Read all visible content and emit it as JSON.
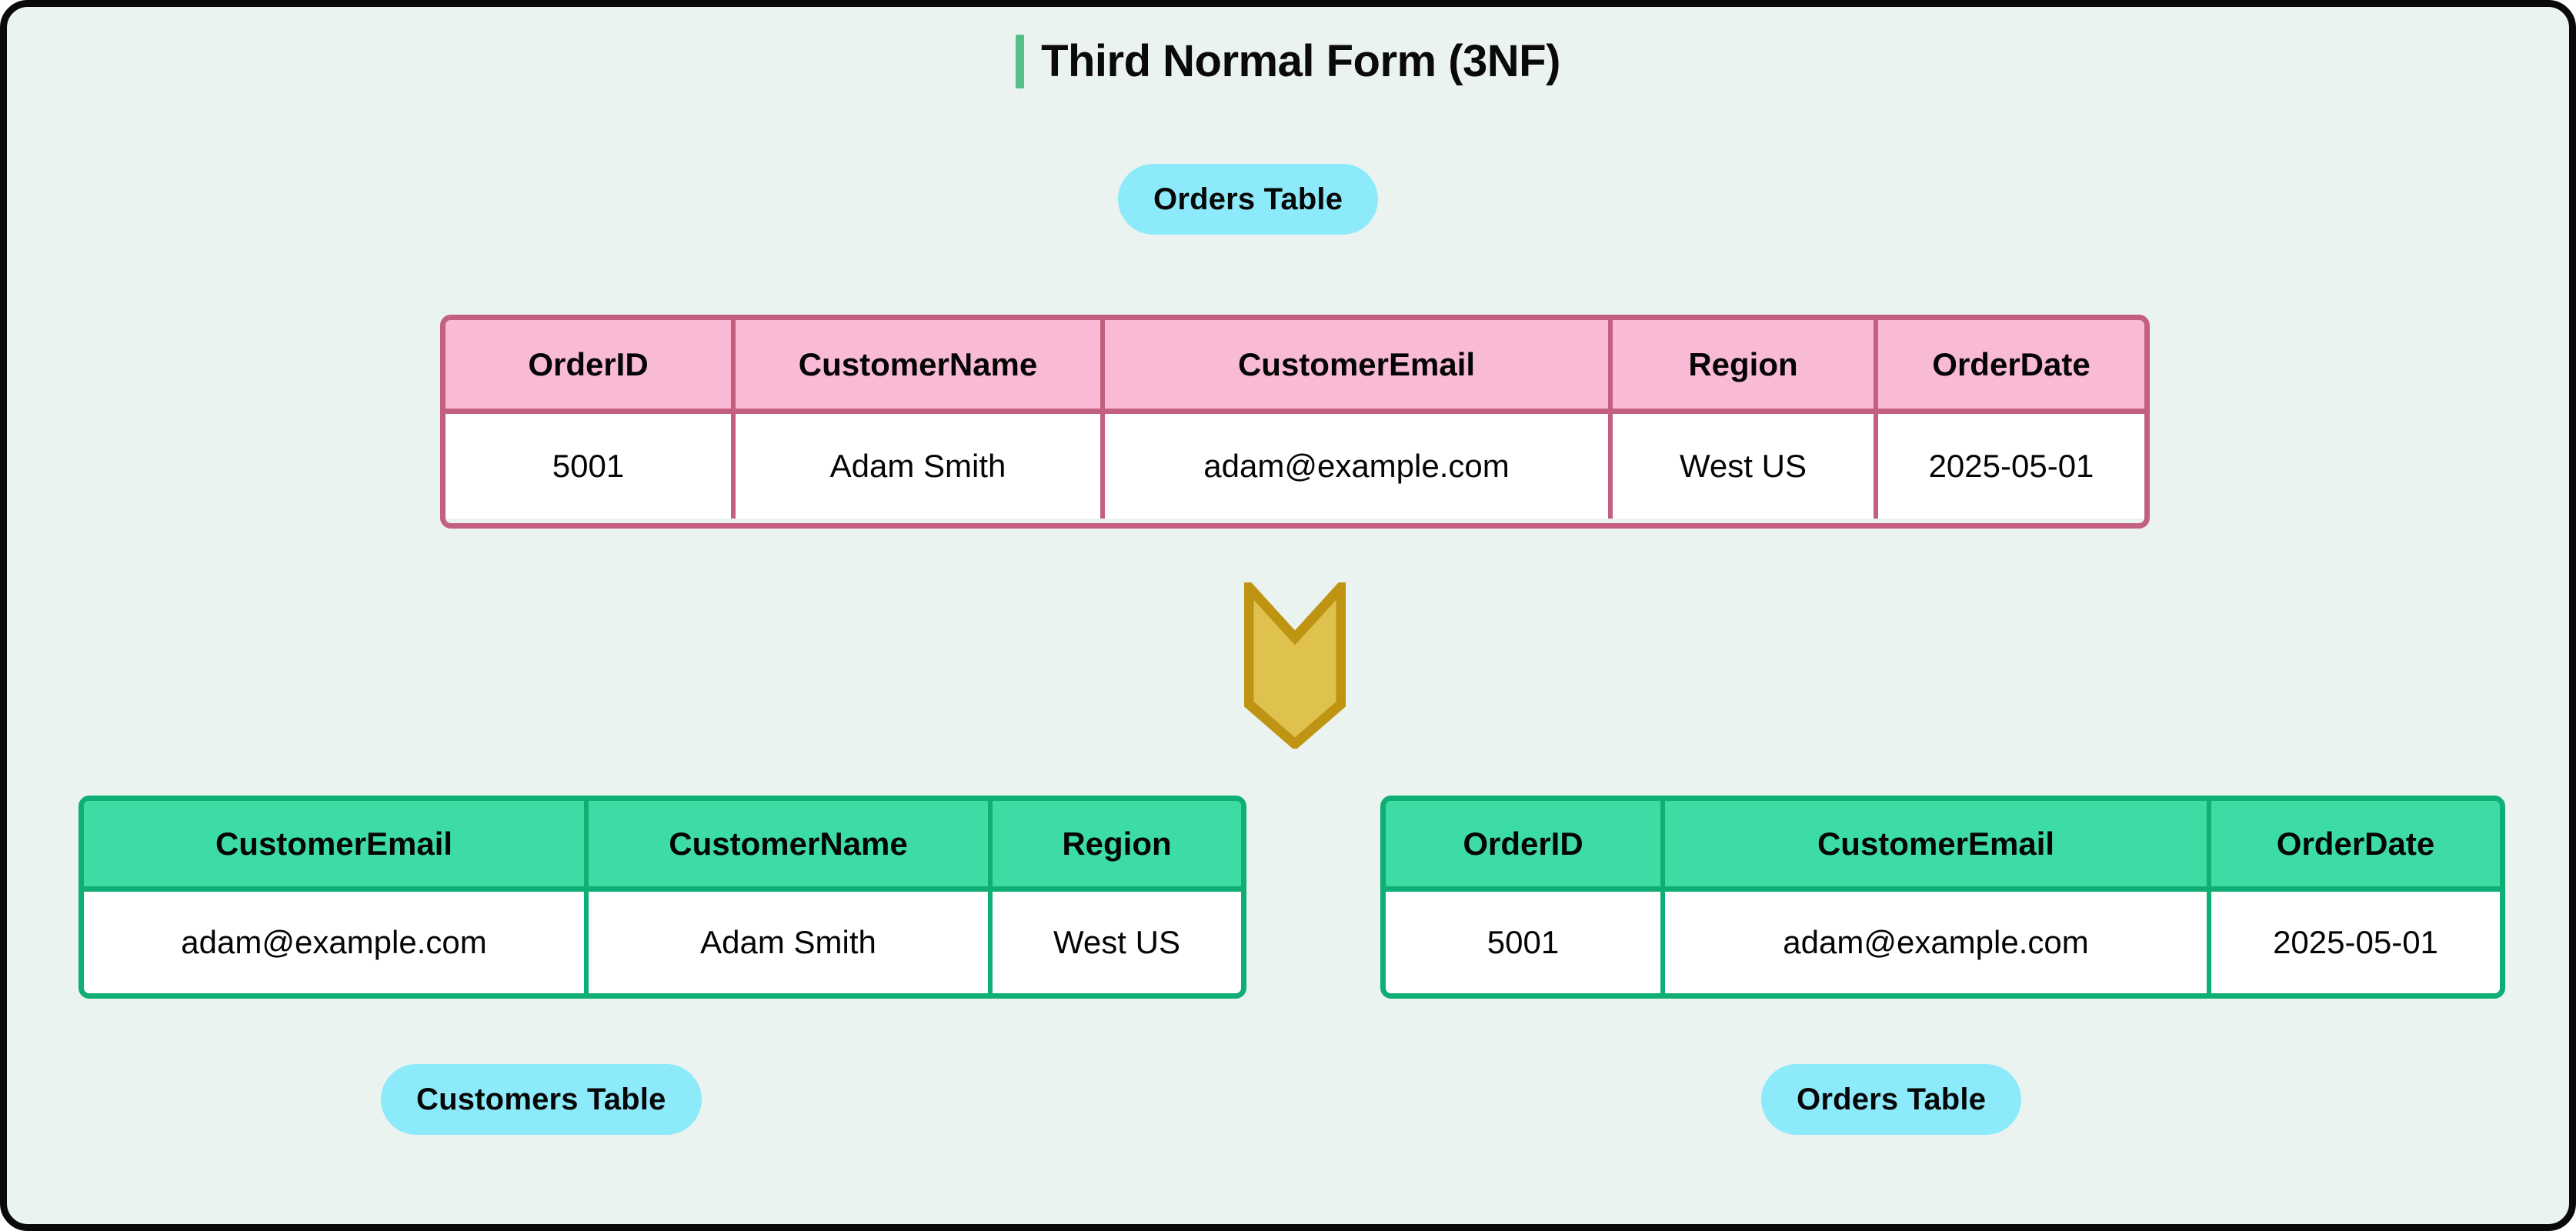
{
  "page": {
    "title": "Third Normal Form (3NF)",
    "background_color": "#EAF3F0",
    "border_color": "#0A0A0A",
    "accent_color": "#56BE86"
  },
  "badges": {
    "orders_top": "Orders Table",
    "customers_bottom": "Customers Table",
    "orders_bottom": "Orders Table",
    "color": "#8DEAFB"
  },
  "before_table": {
    "name": "Orders Table",
    "header_color": "#F8BAD4",
    "border_color": "#C4607F",
    "columns": [
      "OrderID",
      "CustomerName",
      "CustomerEmail",
      "Region",
      "OrderDate"
    ],
    "rows": [
      [
        "5001",
        "Adam Smith",
        "adam@example.com",
        "West US",
        "2025-05-01"
      ]
    ]
  },
  "arrow": {
    "direction": "down",
    "fill_color": "#DFC24E",
    "stroke_color": "#BF9412"
  },
  "after_tables": [
    {
      "name": "Customers Table",
      "header_color": "#3CDCA4",
      "border_color": "#0FAE74",
      "columns": [
        "CustomerEmail",
        "CustomerName",
        "Region"
      ],
      "rows": [
        [
          "adam@example.com",
          "Adam Smith",
          "West US"
        ]
      ]
    },
    {
      "name": "Orders Table",
      "header_color": "#3CDCA4",
      "border_color": "#0FAE74",
      "columns": [
        "OrderID",
        "CustomerEmail",
        "OrderDate"
      ],
      "rows": [
        [
          "5001",
          "adam@example.com",
          "2025-05-01"
        ]
      ]
    }
  ]
}
